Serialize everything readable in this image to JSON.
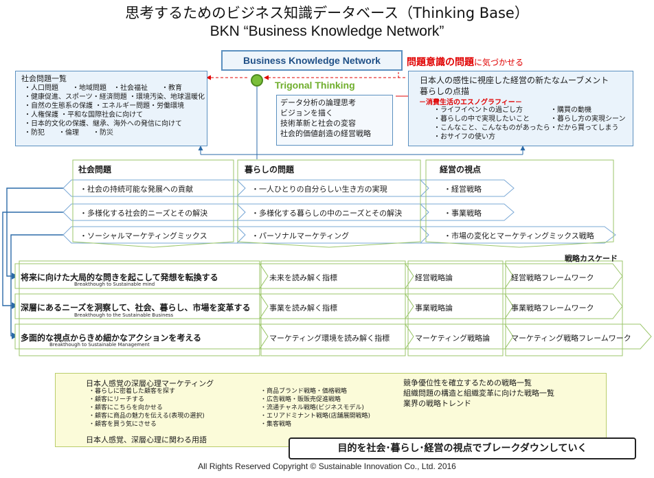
{
  "title": {
    "line1": "思考するためのビジネス知識データベース（Thinking Base）",
    "line2": "BKN “Business Knowledge Network”"
  },
  "bkn_box": "Business Knowledge Network",
  "red_note": {
    "strong": "問題意識の問題",
    "rest": "に気づかせる"
  },
  "trigonal": "Trigonal Thinking",
  "social_panel": {
    "title": "社会問題一覧",
    "lines": [
      "・人口問題　　・地域問題　・社会福祉　　・教育",
      "・健康促進、スポーツ・経済問題 ・環境汚染、地球温暖化",
      "・自然の生態系の保護 ・エネルギー問題・労働環境",
      "・人権保護 ・平和な国際社会に向けて",
      "・日本的文化の保護、継承、海外への発信に向けて",
      "・防犯　　・倫理　　・防災"
    ]
  },
  "center_box": {
    "lines": [
      "データ分析の論理思考",
      "ビジョンを描く",
      "技術革新と社会の変容",
      "社会的価値創造の経営戦略"
    ]
  },
  "life_panel": {
    "line1": "日本人の感性に視座した経営の新たなムーブメント",
    "line2": "暮らしの点描",
    "ethno": "消費生活のエスノグラフィー",
    "left_items": [
      "・ライフイベントの過ごし方",
      "・暮らしの中で実現したいこと",
      "・こんなこと、こんなものがあったら",
      "・おサイフの使い方"
    ],
    "right_items": [
      "・購買の動機",
      "・暮らし方の実現シーン",
      "・だから買ってしまう"
    ]
  },
  "columns": [
    {
      "head": "社会問題",
      "rows": [
        "・社会の持続可能な発展への貢献",
        "・多様化する社会的ニーズとその解決",
        "・ソーシャルマーケティングミックス"
      ]
    },
    {
      "head": "暮らしの問題",
      "rows": [
        "・一人ひとりの自分らしい生き方の実現",
        "・多様化する暮らしの中のニーズとその解決",
        "・パーソナルマーケティング"
      ]
    },
    {
      "head": "経営の視点",
      "rows": [
        "・経営戦略",
        "・事業戦略",
        "・市場の変化とマーケティングミックス戦略"
      ]
    }
  ],
  "cascade_label": "戦略カスケード",
  "strategy_rows": [
    {
      "head": "将来に向けた大局的な問きを起こして発想を転換する",
      "sub": "Breakthough to Sustainable mind",
      "c1": "未来を読み解く指標",
      "c2": "経営戦略論",
      "c3": "経営戦略フレームワーク"
    },
    {
      "head": "深層にあるニーズを洞察して、社会、暮らし、市場を変革する",
      "sub": "Breakthough to the Sustainable Business",
      "c1": "事業を読み解く指標",
      "c2": "事業戦略論",
      "c3": "事業戦略フレームワーク"
    },
    {
      "head": "多面的な視点からきめ細かなアクションを考える",
      "sub": "Breakthough to Sustainable Management",
      "c1": "マーケティング環境を読み解く指標",
      "c2": "マーケティング戦略論",
      "c3": "マーケティング戦略フレームワーク"
    }
  ],
  "bottom": {
    "left_title": "日本人感覚の深層心理マーケティング",
    "left_items": [
      "・暮らしに密着した顧客を探す",
      "・顧客にリーチする",
      "・顧客にこちらを向かせる",
      "・顧客に商品の魅力を伝える(表現の選択)",
      "・顧客を買う気にさせる"
    ],
    "left_footer": "日本人感覚、深層心理に関わる用語",
    "mid_items": [
      "・商品ブランド戦略・価格戦略",
      "・広告戦略・販販売促進戦略",
      "・流通チャネル戦略(ビジネスモデル)",
      "・エリアドミナント戦略(店舗展開戦略)",
      "・集客戦略"
    ],
    "right_items": [
      "競争優位性を確立するための戦略一覧",
      "組織問題の構造と組織変革に向けた戦略一覧",
      "業界の戦略トレンド"
    ]
  },
  "conclusion": "目的を社会･暮らし･経営の視点でブレークダウンしていく",
  "copyright": "All Rights Reserved Copyright  © Sustainable Innovation  Co., Ltd.  2016"
}
